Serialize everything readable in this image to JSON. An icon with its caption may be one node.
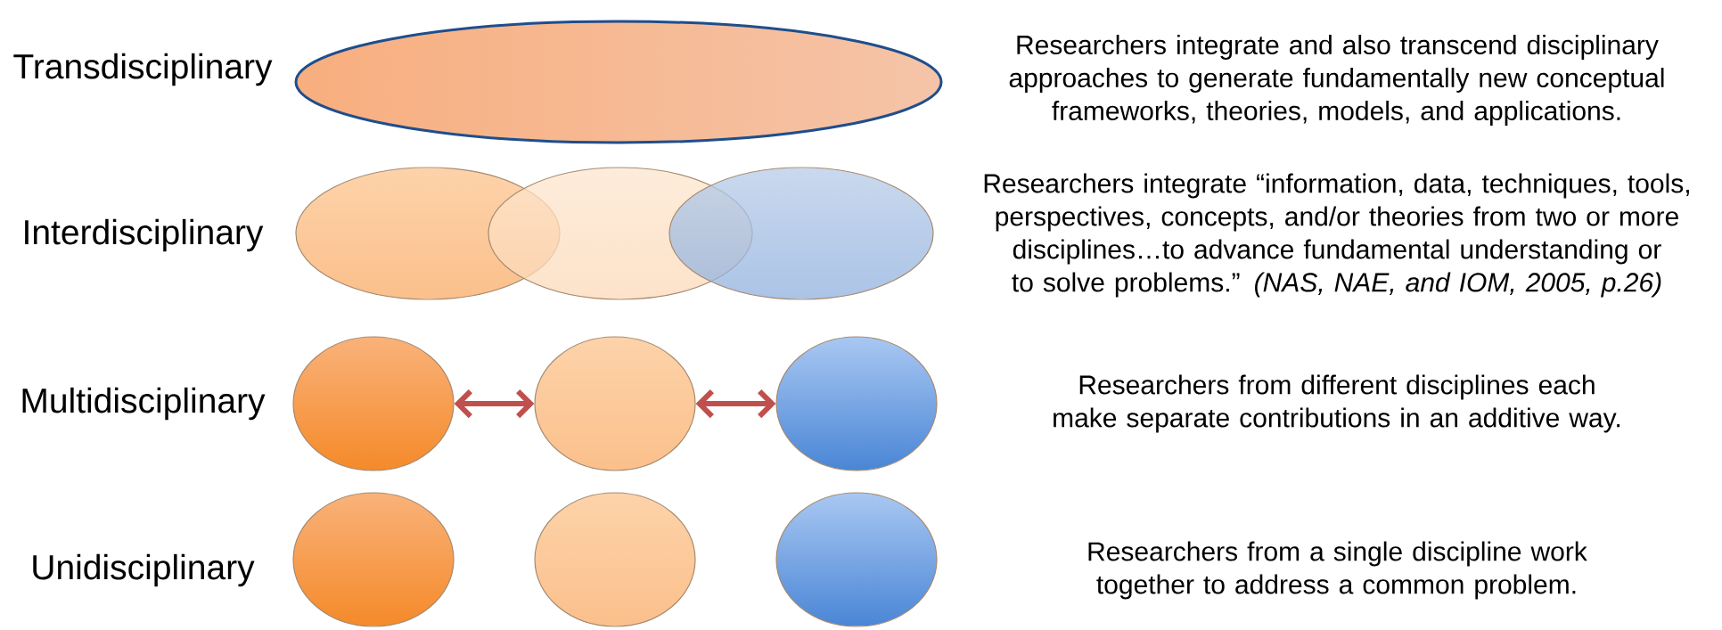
{
  "diagram": {
    "nodes": [
      {
        "text": [],
        "shape": "ellipse"
      },
      {
        "text": [],
        "shape": "ellipse"
      },
      {
        "text": [],
        "shape": "ellipse"
      },
      {
        "text": [],
        "shape": "ellipse"
      },
      {
        "text": [],
        "shape": "ellipse"
      },
      {
        "text": [],
        "shape": "ellipse"
      },
      {
        "text": [],
        "shape": "ellipse"
      },
      {
        "text": [],
        "shape": "ellipse"
      },
      {
        "text": [],
        "shape": "ellipse"
      },
      {
        "text": [],
        "shape": "ellipse"
      }
    ],
    "edges": [
      {
        "from": 4,
        "to": 5,
        "arrow": "both"
      },
      {
        "from": 5,
        "to": 6,
        "arrow": "both"
      }
    ],
    "labels": [
      "Transdisciplinary",
      "Researchers integrate and also transcend disciplinary approaches to generate fundamentally new conceptual frameworks, theories, models, and applications.",
      "Interdisciplinary",
      "Researchers integrate “information, data, techniques, tools, perspectives, concepts, and/or theories from two or more disciplines…to advance fundamental understanding or to solve problems.” *(NAS, NAE, and IOM, 2005, p.26)*",
      "Multidisciplinary",
      "Researchers from different disciplines each make separate contributions in an additive way.",
      "Unidisciplinary",
      "Researchers from a single discipline work together to address a common problem."
    ]
  }
}
